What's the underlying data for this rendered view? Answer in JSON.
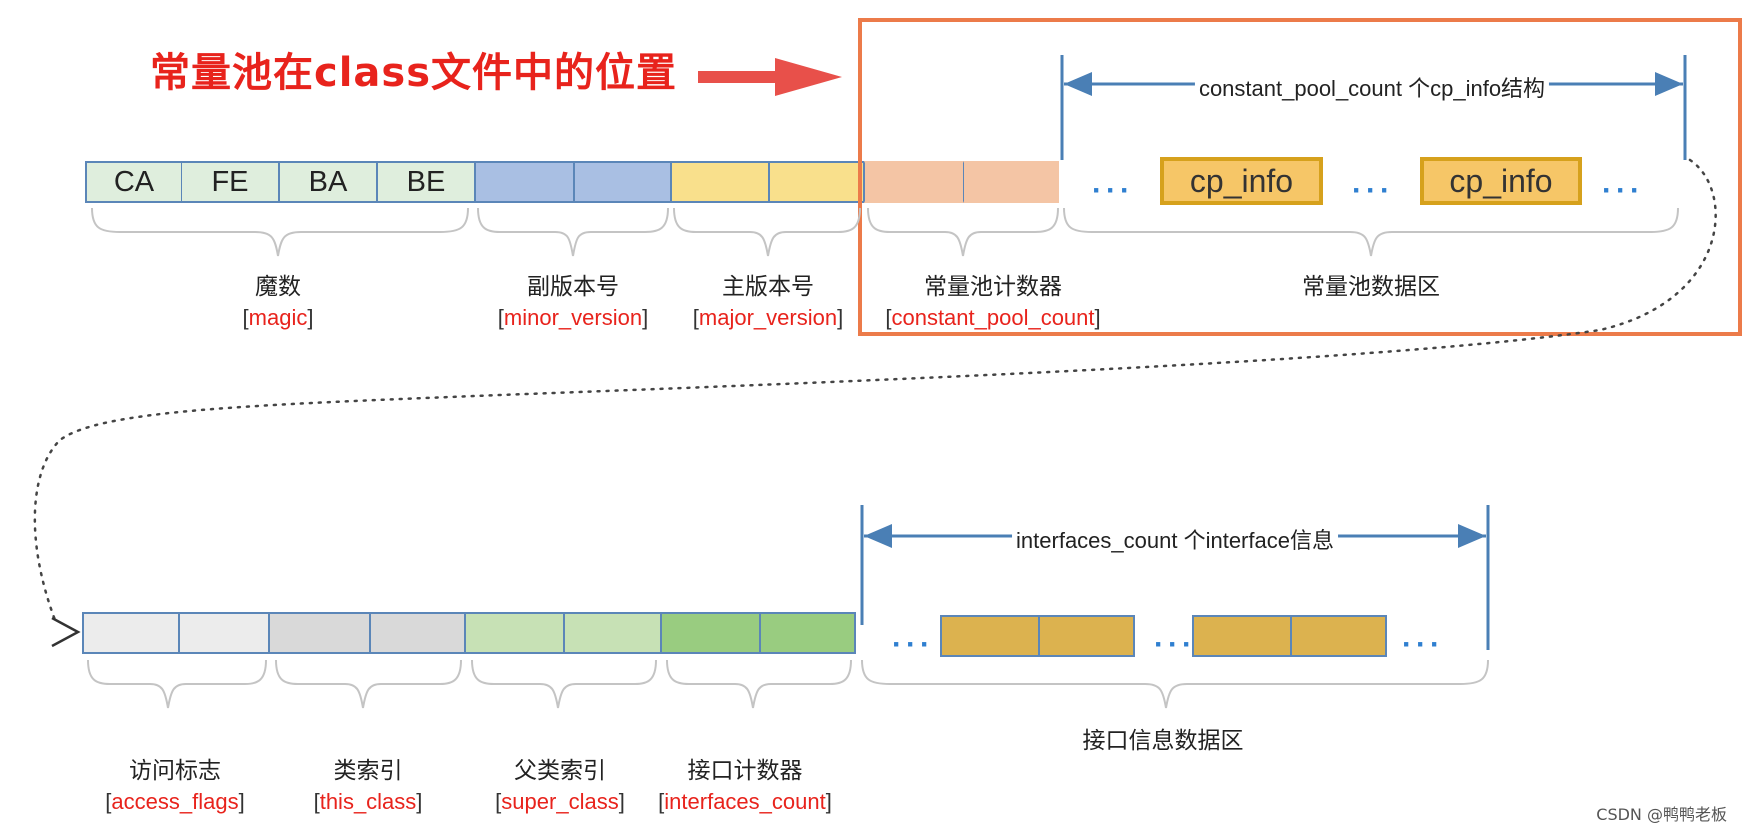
{
  "title": "常量池在class文件中的位置",
  "magic_bytes": [
    "CA",
    "FE",
    "BA",
    "BE"
  ],
  "cp_info_label": "cp_info",
  "ellipsis": "···",
  "top_span_text": "constant_pool_count 个cp_info结构",
  "bottom_span_text": "interfaces_count 个interface信息",
  "top_labels": [
    {
      "zh": "魔数",
      "en": "magic"
    },
    {
      "zh": "副版本号",
      "en": "minor_version"
    },
    {
      "zh": "主版本号",
      "en": "major_version"
    },
    {
      "zh": "常量池计数器",
      "en": "constant_pool_count"
    },
    {
      "zh": "常量池数据区",
      "en": ""
    }
  ],
  "bottom_labels": [
    {
      "zh": "访问标志",
      "en": "access_flags"
    },
    {
      "zh": "类索引",
      "en": "this_class"
    },
    {
      "zh": "父类索引",
      "en": "super_class"
    },
    {
      "zh": "接口计数器",
      "en": "interfaces_count"
    },
    {
      "zh": "接口信息数据区",
      "en": ""
    }
  ],
  "colors": {
    "highlight_box": "#ec7b4a",
    "arrow_red": "#e8504a",
    "magic": "#dfeedd",
    "minor": "#a9bfe3",
    "major": "#f9e08c",
    "cp_count": "#f4c5a5",
    "access": "#ececec",
    "this_class": "#d9d9d9",
    "super_class": "#c7e1b5",
    "interfaces_count": "#99cc80",
    "interface_item": "#dcb24f",
    "cell_border": "#5b86b8",
    "span_line": "#4a7fb5"
  },
  "watermark": "CSDN @鸭鸭老板"
}
